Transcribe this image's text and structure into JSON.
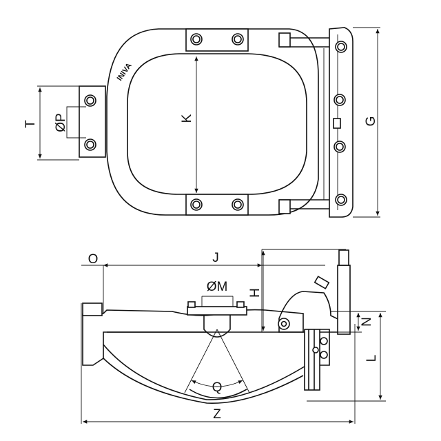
{
  "title": "Manhole clamp dimension drawing",
  "logo_text": "INIVA",
  "dimensions": {
    "T": "T",
    "P": "ØP",
    "K": "K",
    "G": "G",
    "O": "O",
    "J": "J",
    "H": "H",
    "M": "ØM",
    "N": "N",
    "L": "L",
    "Q": "Q",
    "Z": "Z"
  }
}
